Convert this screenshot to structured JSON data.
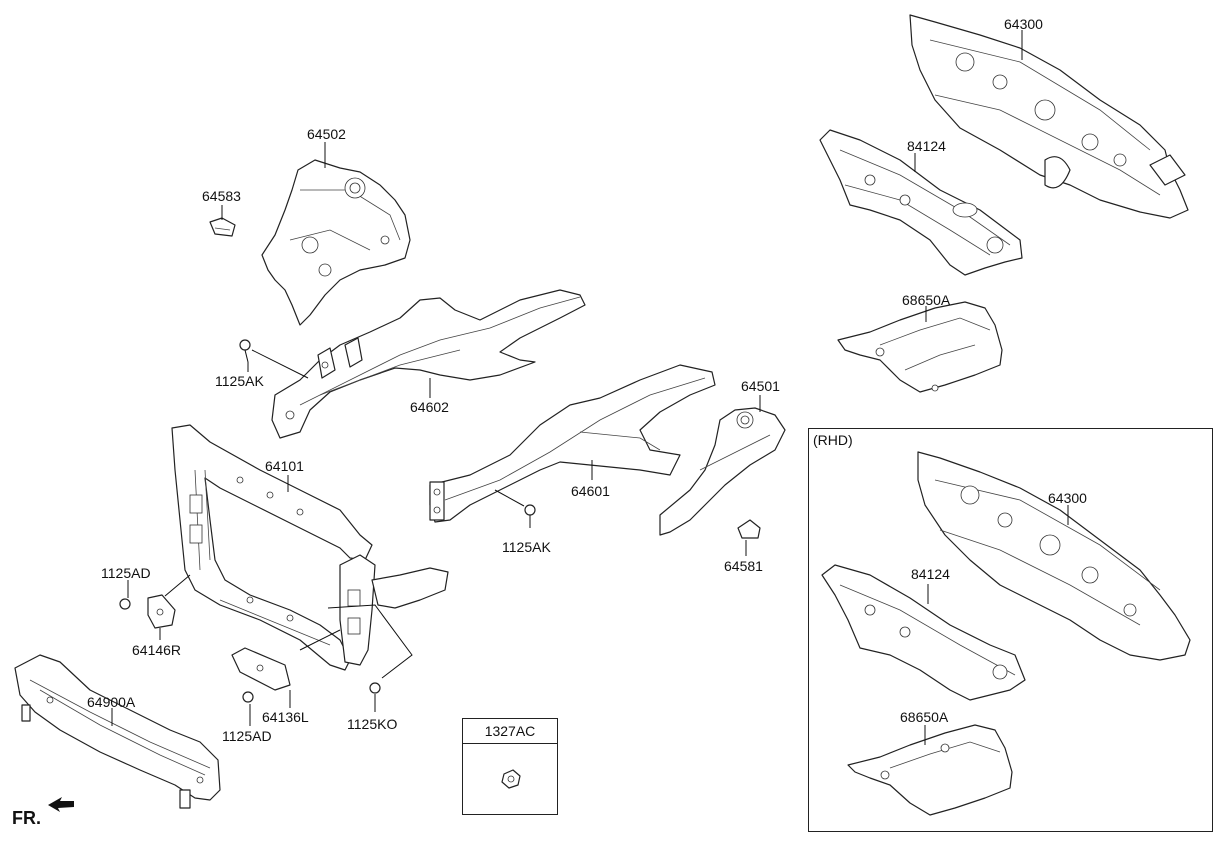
{
  "labels": {
    "p64300_top": "64300",
    "p84124_top": "84124",
    "p68650a_top": "68650A",
    "p64502": "64502",
    "p64583": "64583",
    "p1125ak_left": "1125AK",
    "p64602": "64602",
    "p64501": "64501",
    "p64101": "64101",
    "p64601": "64601",
    "p1125ak_mid": "1125AK",
    "p64581": "64581",
    "p1125ad_upper": "1125AD",
    "p64146r": "64146R",
    "p64900a": "64900A",
    "p64136l": "64136L",
    "p1125ad_lower": "1125AD",
    "p1125ko": "1125KO",
    "p64300_rhd": "64300",
    "p84124_rhd": "84124",
    "p68650a_rhd": "68650A"
  },
  "rhd_box": {
    "title": "(RHD)"
  },
  "ref_box": {
    "title": "1327AC"
  },
  "front_indicator": {
    "label": "FR."
  }
}
